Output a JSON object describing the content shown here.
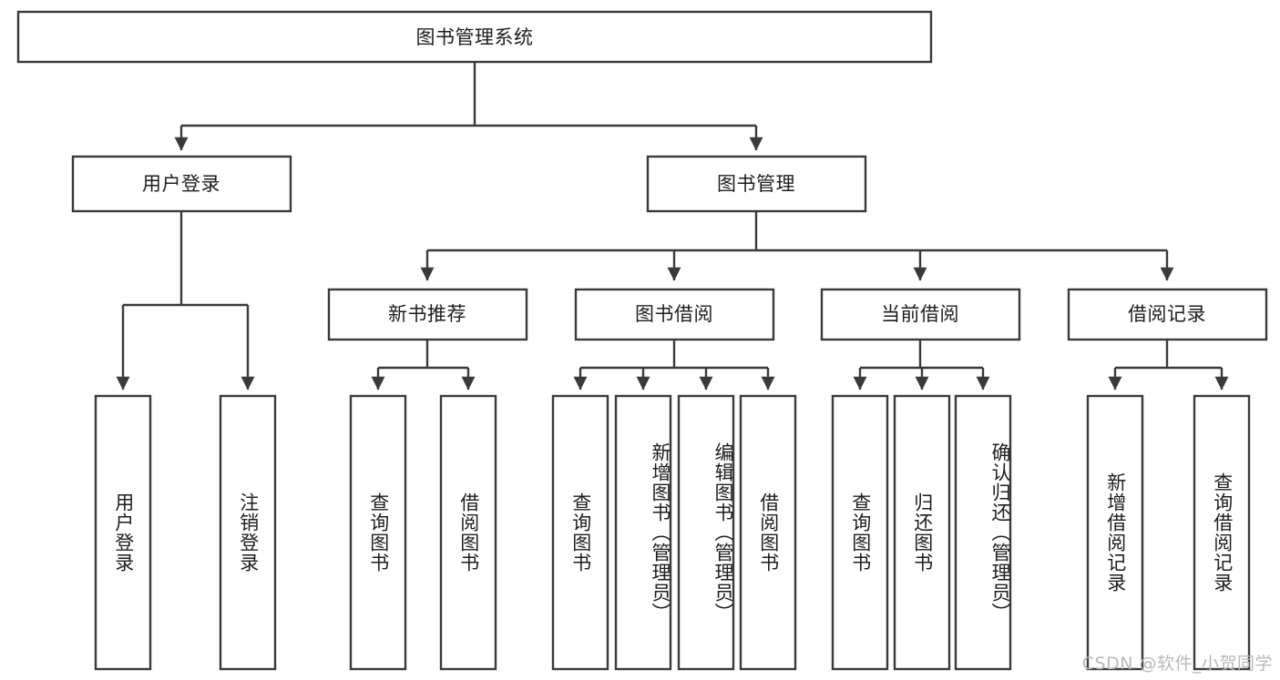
{
  "diagram": {
    "title": "图书管理系统",
    "type": "tree",
    "background_color": "#ffffff",
    "line_color": "#3a3a3a",
    "text_color": "#1d1d1d",
    "root": {
      "label": "图书管理系统",
      "orientation": "horizontal"
    },
    "level1": [
      {
        "label": "用户登录",
        "orientation": "horizontal"
      },
      {
        "label": "图书管理",
        "orientation": "horizontal"
      }
    ],
    "level2": [
      {
        "label": "新书推荐",
        "orientation": "horizontal"
      },
      {
        "label": "图书借阅",
        "orientation": "horizontal"
      },
      {
        "label": "当前借阅",
        "orientation": "horizontal"
      },
      {
        "label": "借阅记录",
        "orientation": "horizontal"
      }
    ],
    "leaves": {
      "user_login": [
        {
          "label": "用户登录",
          "orientation": "vertical"
        },
        {
          "label": "注销登录",
          "orientation": "vertical"
        }
      ],
      "new_book_recommend": [
        {
          "label": "查询图书",
          "orientation": "vertical"
        },
        {
          "label": "借阅图书",
          "orientation": "vertical"
        }
      ],
      "book_borrow": [
        {
          "label": "查询图书",
          "orientation": "vertical"
        },
        {
          "label": "新增图书（管理员）",
          "orientation": "vertical"
        },
        {
          "label": "编辑图书（管理员）",
          "orientation": "vertical"
        },
        {
          "label": "借阅图书",
          "orientation": "vertical"
        }
      ],
      "current_borrow": [
        {
          "label": "查询图书",
          "orientation": "vertical"
        },
        {
          "label": "归还图书",
          "orientation": "vertical"
        },
        {
          "label": "确认归还（管理员）",
          "orientation": "vertical"
        }
      ],
      "borrow_record": [
        {
          "label": "新增借阅记录",
          "orientation": "vertical"
        },
        {
          "label": "查询借阅记录",
          "orientation": "vertical"
        }
      ]
    }
  },
  "watermark": {
    "text": "CSDN @软件_小贺同学"
  }
}
